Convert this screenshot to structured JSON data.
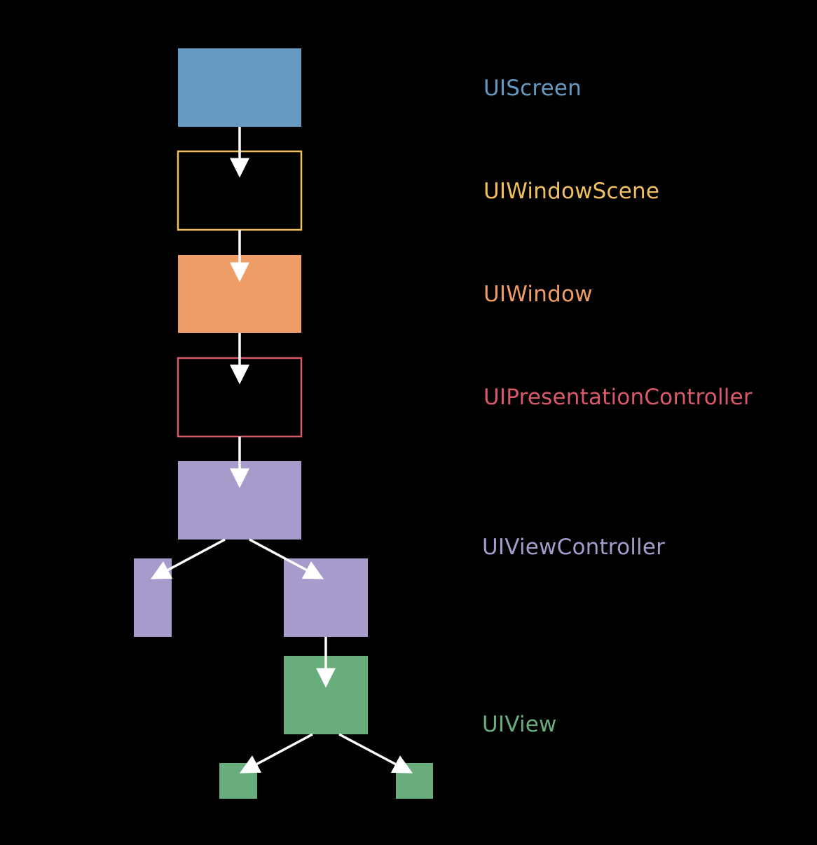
{
  "colors": {
    "background": "#000000",
    "arrow": "#ffffff",
    "screen": "#6699c2",
    "window_scene": "#f0c060",
    "window": "#ef9d66",
    "presentation_controller": "#d9596a",
    "view_controller": "#a69bcb",
    "view": "#69ad7d"
  },
  "labels": {
    "screen": "UIScreen",
    "window_scene": "UIWindowScene",
    "window": "UIWindow",
    "presentation_controller": "UIPresentationController",
    "view_controller": "UIViewController",
    "view": "UIView"
  }
}
